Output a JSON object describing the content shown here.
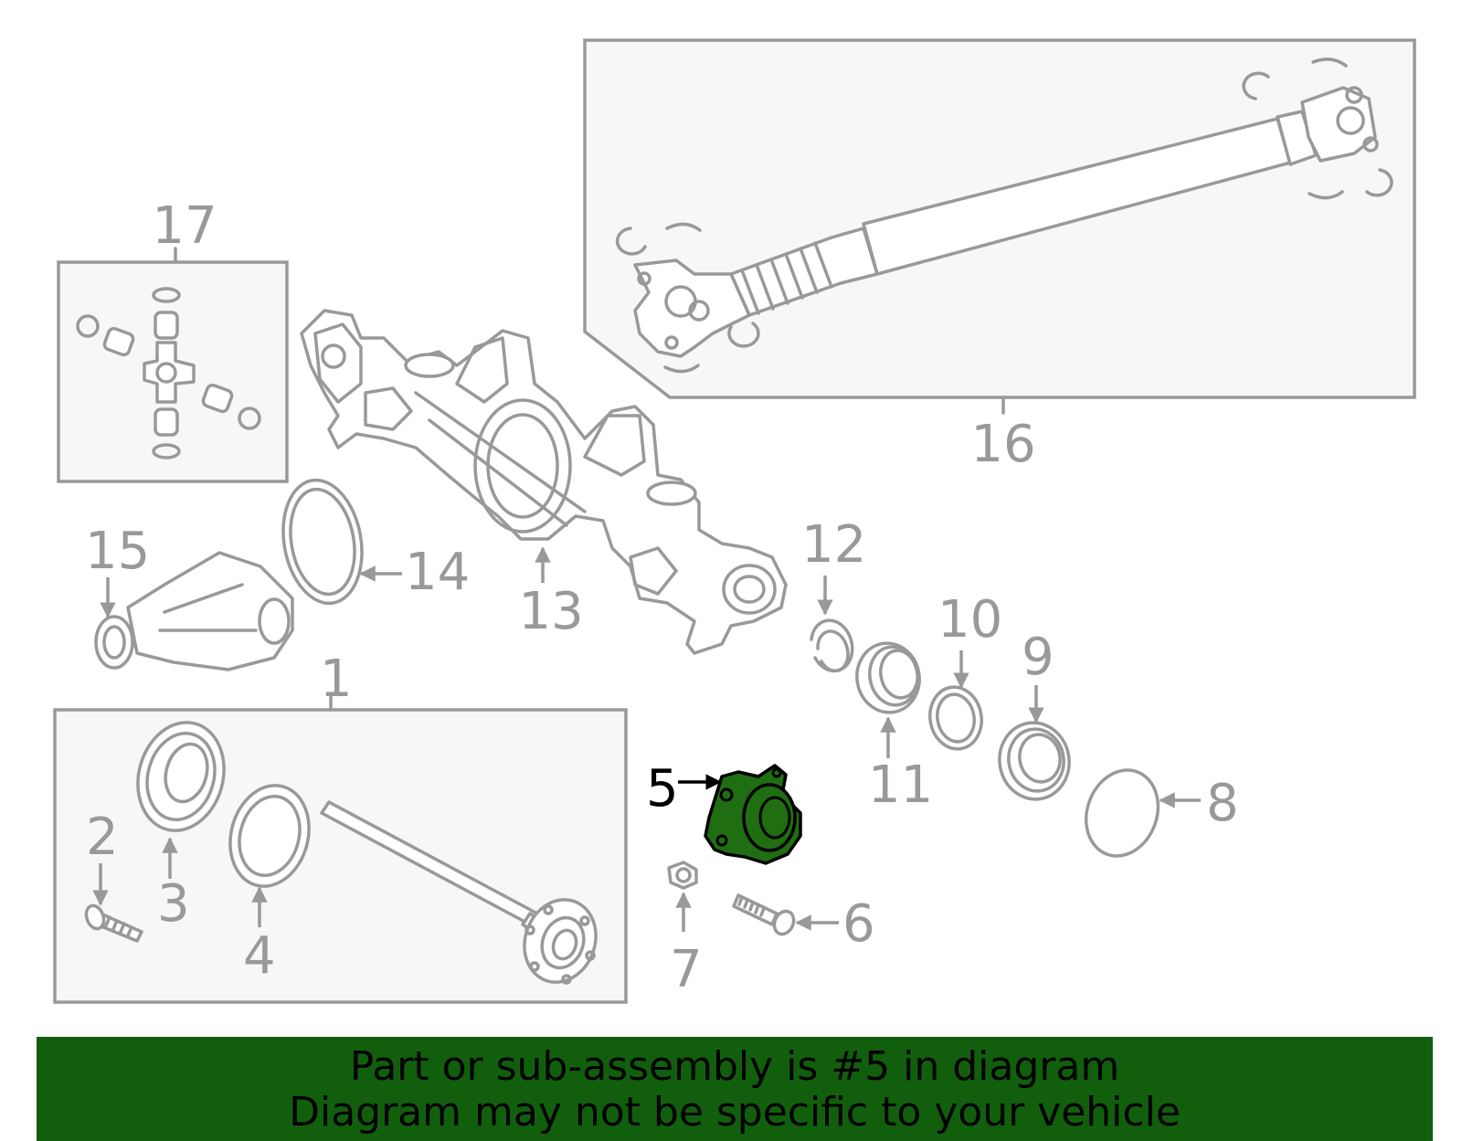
{
  "diagram": {
    "highlight_color": "#1f6e12",
    "line_color": "#999999",
    "callouts": {
      "c1": "1",
      "c2": "2",
      "c3": "3",
      "c4": "4",
      "c5": "5",
      "c6": "6",
      "c7": "7",
      "c8": "8",
      "c9": "9",
      "c10": "10",
      "c11": "11",
      "c12": "12",
      "c13": "13",
      "c14": "14",
      "c15": "15",
      "c16": "16",
      "c17": "17"
    },
    "highlighted_callout": "5"
  },
  "banner": {
    "background": "#115f0c",
    "line1": "Part or sub-assembly is #5 in diagram",
    "line2": "Diagram may not be specific to your vehicle"
  }
}
